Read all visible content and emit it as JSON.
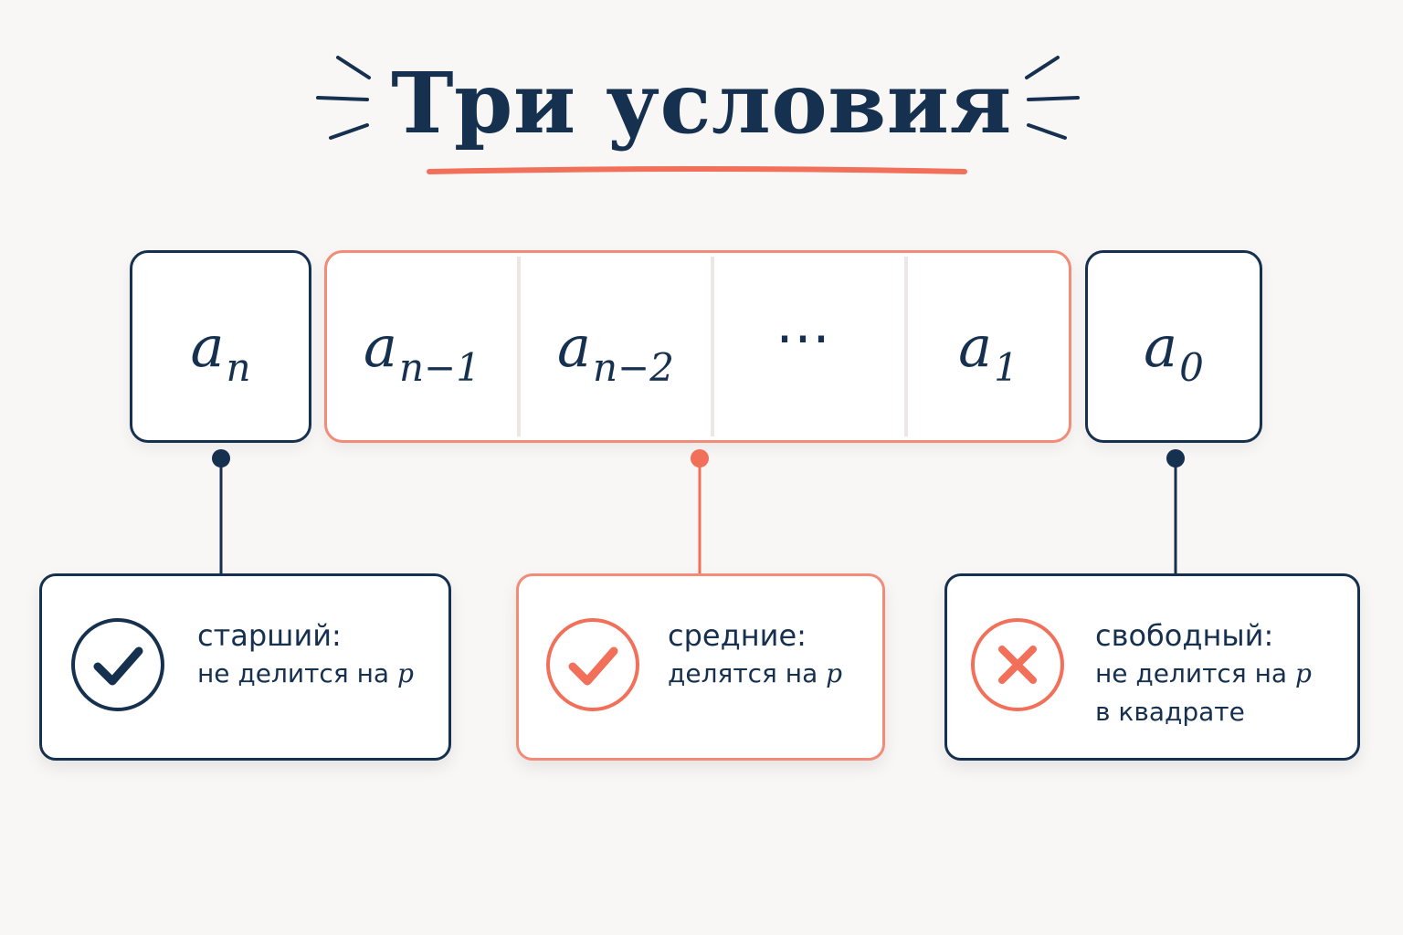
{
  "title": "Три условия",
  "coefficients": {
    "leading": {
      "base": "a",
      "sub": "n"
    },
    "middle": [
      {
        "base": "a",
        "sub": "n−1"
      },
      {
        "base": "a",
        "sub": "n−2"
      },
      {
        "ellipsis": "⋯"
      },
      {
        "base": "a",
        "sub": "1"
      }
    ],
    "constant": {
      "base": "a",
      "sub": "0"
    }
  },
  "conditions": [
    {
      "icon": "check-icon",
      "heading": "старший:",
      "line1_prefix": "не делится на",
      "line1_var": "p",
      "line2": ""
    },
    {
      "icon": "check-icon",
      "heading": "средние:",
      "line1_prefix": "делятся на",
      "line1_var": "p",
      "line2": ""
    },
    {
      "icon": "cross-icon",
      "heading": "свободный:",
      "line1_prefix": "не делится на",
      "line1_var": "p",
      "line2": "в квадрате"
    }
  ],
  "colors": {
    "navy": "#16304f",
    "coral": "#f28b78",
    "background": "#f9f7f5"
  }
}
